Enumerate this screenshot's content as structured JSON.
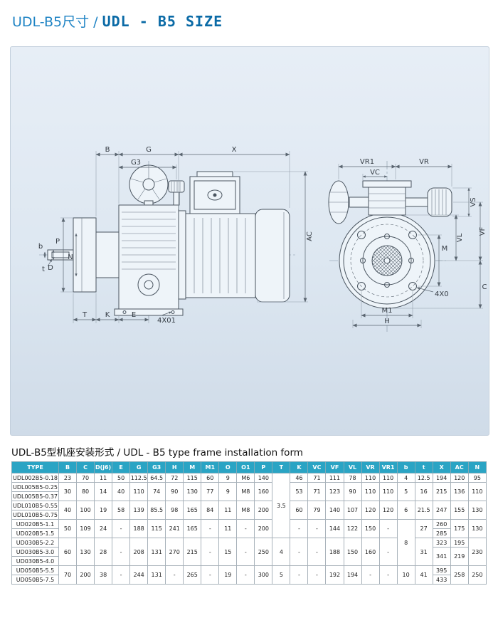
{
  "colors": {
    "accent_blue": "#1e83c4",
    "title_en_blue": "#0a6aa6",
    "table_header_bg": "#2aa4c4",
    "panel_bg": "#dde7f1"
  },
  "title": {
    "zh": "UDL-B5尺寸",
    "sep": " / ",
    "en": "UDL - B5 SIZE"
  },
  "table_title": "UDL-B5型机座安装形式 / UDL - B5 type frame installation form",
  "drawing": {
    "labels": {
      "B": "B",
      "G": "G",
      "G3": "G3",
      "X": "X",
      "AC": "AC",
      "T": "T",
      "K": "K",
      "E": "E",
      "holes_left": "4X01",
      "b": "b",
      "t": "t",
      "P": "P",
      "N": "N",
      "D": "D",
      "VR1": "VR1",
      "VR": "VR",
      "VC": "VC",
      "VS": "VS",
      "VF": "VF",
      "VL": "VL",
      "M": "M",
      "C": "C",
      "holes_right": "4X0",
      "M1": "M1",
      "H": "H"
    }
  },
  "table": {
    "headers": [
      "TYPE",
      "B",
      "C",
      "D(j6)",
      "E",
      "G",
      "G3",
      "H",
      "M",
      "M1",
      "O",
      "O1",
      "P",
      "T",
      "K",
      "VC",
      "VF",
      "VL",
      "VR",
      "VR1",
      "b",
      "t",
      "X",
      "AC",
      "N"
    ],
    "rows": [
      [
        "UDL002B5-0.18",
        "23",
        "70",
        "11",
        "50",
        "112.5",
        "64.5",
        "72",
        "115",
        "60",
        "9",
        "M6",
        "140",
        {
          "v": "3.5",
          "rs": 7
        },
        "46",
        "71",
        "111",
        "78",
        "110",
        "110",
        "4",
        "12.5",
        "194",
        "120",
        "95"
      ],
      [
        "UDL005B5-0.25",
        {
          "v": "30",
          "rs": 2
        },
        {
          "v": "80",
          "rs": 2
        },
        {
          "v": "14",
          "rs": 2
        },
        {
          "v": "40",
          "rs": 2
        },
        {
          "v": "110",
          "rs": 2
        },
        {
          "v": "74",
          "rs": 2
        },
        {
          "v": "90",
          "rs": 2
        },
        {
          "v": "130",
          "rs": 2
        },
        {
          "v": "77",
          "rs": 2
        },
        {
          "v": "9",
          "rs": 2
        },
        {
          "v": "M8",
          "rs": 2
        },
        {
          "v": "160",
          "rs": 2
        },
        null,
        {
          "v": "53",
          "rs": 2
        },
        {
          "v": "71",
          "rs": 2
        },
        {
          "v": "123",
          "rs": 2
        },
        {
          "v": "90",
          "rs": 2
        },
        {
          "v": "110",
          "rs": 2
        },
        {
          "v": "110",
          "rs": 2
        },
        {
          "v": "5",
          "rs": 2
        },
        {
          "v": "16",
          "rs": 2
        },
        {
          "v": "215",
          "rs": 2
        },
        {
          "v": "136",
          "rs": 2
        },
        {
          "v": "110",
          "rs": 2
        }
      ],
      [
        "UDL005B5-0.37",
        null,
        null,
        null,
        null,
        null,
        null,
        null,
        null,
        null,
        null,
        null,
        null,
        null,
        null,
        null,
        null,
        null,
        null,
        null,
        null,
        null,
        null,
        null,
        null
      ],
      [
        "UDL010B5-0.55",
        {
          "v": "40",
          "rs": 2
        },
        {
          "v": "100",
          "rs": 2
        },
        {
          "v": "19",
          "rs": 2
        },
        {
          "v": "58",
          "rs": 2
        },
        {
          "v": "139",
          "rs": 2
        },
        {
          "v": "85.5",
          "rs": 2
        },
        {
          "v": "98",
          "rs": 2
        },
        {
          "v": "165",
          "rs": 2
        },
        {
          "v": "84",
          "rs": 2
        },
        {
          "v": "11",
          "rs": 2
        },
        {
          "v": "M8",
          "rs": 2
        },
        {
          "v": "200",
          "rs": 2
        },
        null,
        {
          "v": "60",
          "rs": 2
        },
        {
          "v": "79",
          "rs": 2
        },
        {
          "v": "140",
          "rs": 2
        },
        {
          "v": "107",
          "rs": 2
        },
        {
          "v": "120",
          "rs": 2
        },
        {
          "v": "120",
          "rs": 2
        },
        {
          "v": "6",
          "rs": 2
        },
        {
          "v": "21.5",
          "rs": 2
        },
        {
          "v": "247",
          "rs": 2
        },
        {
          "v": "155",
          "rs": 2
        },
        {
          "v": "130",
          "rs": 2
        }
      ],
      [
        "UDL010B5-0.75",
        null,
        null,
        null,
        null,
        null,
        null,
        null,
        null,
        null,
        null,
        null,
        null,
        null,
        null,
        null,
        null,
        null,
        null,
        null,
        null,
        null,
        null,
        null,
        null
      ],
      [
        "UD020B5-1.1",
        {
          "v": "50",
          "rs": 2
        },
        {
          "v": "109",
          "rs": 2
        },
        {
          "v": "24",
          "rs": 2
        },
        {
          "v": "-",
          "rs": 2
        },
        {
          "v": "188",
          "rs": 2
        },
        {
          "v": "115",
          "rs": 2
        },
        {
          "v": "241",
          "rs": 2
        },
        {
          "v": "165",
          "rs": 2
        },
        {
          "v": "-",
          "rs": 2
        },
        {
          "v": "11",
          "rs": 2
        },
        {
          "v": "-",
          "rs": 2
        },
        {
          "v": "200",
          "rs": 2
        },
        null,
        {
          "v": "-",
          "rs": 2
        },
        {
          "v": "-",
          "rs": 2
        },
        {
          "v": "144",
          "rs": 2
        },
        {
          "v": "122",
          "rs": 2
        },
        {
          "v": "150",
          "rs": 2
        },
        {
          "v": "-",
          "rs": 2
        },
        {
          "v": "8",
          "rs": 5
        },
        {
          "v": "27",
          "rs": 2
        },
        "260",
        {
          "v": "175",
          "rs": 2
        },
        {
          "v": "130",
          "rs": 2
        }
      ],
      [
        "UD020B5-1.5",
        null,
        null,
        null,
        null,
        null,
        null,
        null,
        null,
        null,
        null,
        null,
        null,
        null,
        null,
        null,
        null,
        null,
        null,
        null,
        null,
        null,
        "285",
        null,
        null
      ],
      [
        "UD030B5-2.2",
        {
          "v": "60",
          "rs": 3
        },
        {
          "v": "130",
          "rs": 3
        },
        {
          "v": "28",
          "rs": 3
        },
        {
          "v": "-",
          "rs": 3
        },
        {
          "v": "208",
          "rs": 3
        },
        {
          "v": "131",
          "rs": 3
        },
        {
          "v": "270",
          "rs": 3
        },
        {
          "v": "215",
          "rs": 3
        },
        {
          "v": "-",
          "rs": 3
        },
        {
          "v": "15",
          "rs": 3
        },
        {
          "v": "-",
          "rs": 3
        },
        {
          "v": "250",
          "rs": 3
        },
        {
          "v": "4",
          "rs": 3
        },
        {
          "v": "-",
          "rs": 3
        },
        {
          "v": "-",
          "rs": 3
        },
        {
          "v": "188",
          "rs": 3
        },
        {
          "v": "150",
          "rs": 3
        },
        {
          "v": "160",
          "rs": 3
        },
        {
          "v": "-",
          "rs": 3
        },
        null,
        {
          "v": "31",
          "rs": 3
        },
        "323",
        "195",
        {
          "v": "230",
          "rs": 3
        }
      ],
      [
        "UD030B5-3.0",
        null,
        null,
        null,
        null,
        null,
        null,
        null,
        null,
        null,
        null,
        null,
        null,
        null,
        null,
        null,
        null,
        null,
        null,
        null,
        null,
        null,
        {
          "v": "341",
          "rs": 2
        },
        {
          "v": "219",
          "rs": 2
        },
        null
      ],
      [
        "UD030B5-4.0",
        null,
        null,
        null,
        null,
        null,
        null,
        null,
        null,
        null,
        null,
        null,
        null,
        null,
        null,
        null,
        null,
        null,
        null,
        null,
        null,
        null,
        null,
        null,
        null
      ],
      [
        "UD050B5-5.5",
        {
          "v": "70",
          "rs": 2
        },
        {
          "v": "200",
          "rs": 2
        },
        {
          "v": "38",
          "rs": 2
        },
        {
          "v": "-",
          "rs": 2
        },
        {
          "v": "244",
          "rs": 2
        },
        {
          "v": "131",
          "rs": 2
        },
        {
          "v": "-",
          "rs": 2
        },
        {
          "v": "265",
          "rs": 2
        },
        {
          "v": "-",
          "rs": 2
        },
        {
          "v": "19",
          "rs": 2
        },
        {
          "v": "-",
          "rs": 2
        },
        {
          "v": "300",
          "rs": 2
        },
        {
          "v": "5",
          "rs": 2
        },
        {
          "v": "-",
          "rs": 2
        },
        {
          "v": "-",
          "rs": 2
        },
        {
          "v": "192",
          "rs": 2
        },
        {
          "v": "194",
          "rs": 2
        },
        {
          "v": "-",
          "rs": 2
        },
        {
          "v": "-",
          "rs": 2
        },
        {
          "v": "10",
          "rs": 2
        },
        {
          "v": "41",
          "rs": 2
        },
        "395",
        {
          "v": "258",
          "rs": 2
        },
        {
          "v": "250",
          "rs": 2
        }
      ],
      [
        "UD050B5-7.5",
        null,
        null,
        null,
        null,
        null,
        null,
        null,
        null,
        null,
        null,
        null,
        null,
        null,
        null,
        null,
        null,
        null,
        null,
        null,
        null,
        null,
        "433",
        null,
        null
      ]
    ]
  }
}
